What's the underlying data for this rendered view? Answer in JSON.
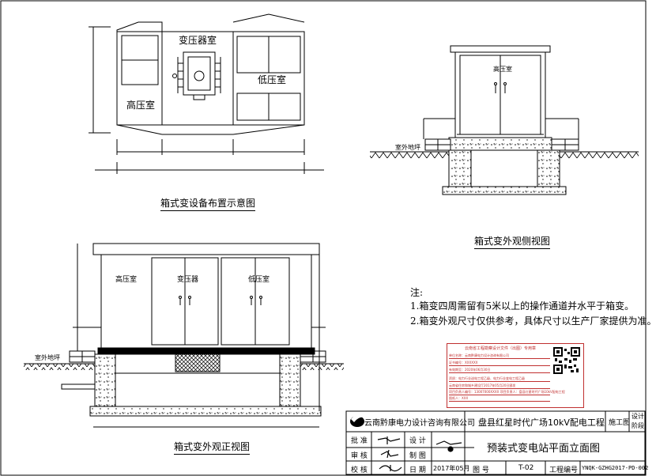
{
  "diagram": {
    "layout": {
      "title": "箱式变设备布置示意图",
      "rooms": {
        "high": "高压室",
        "transformer": "变压器室",
        "low": "低压室"
      }
    },
    "side_view": {
      "title": "箱式变外观侧视图",
      "room": "高压室",
      "ground": "室外地坪"
    },
    "front_view": {
      "title": "箱式变外观正视图",
      "rooms": {
        "high": "高压室",
        "transformer": "变压器",
        "low": "低压室"
      },
      "ground": "室外地坪"
    },
    "notes": {
      "heading": "注:",
      "items": [
        "1.箱变四周需留有5米以上的操作通道并水平于箱变。",
        "2.箱变外观尺寸仅供参考，具体尺寸以生产厂家提供为准。"
      ]
    }
  },
  "stamp": {
    "title": "云南省工程勘察设计文件（出图）专用章",
    "lines": [
      "单位名称：云南黔康电力设计咨询有限公司",
      "证书编号：XXXXXX",
      "有效期至：2020年06月30日",
      "资质：电力行业送电工程乙级、电力行业变电工程乙级",
      "云南省住房和城乡建设厅2017年05月20日颁发",
      "项目负责人编号：13007000XXXX 项目负责人：盘县红星时代广场10kV配电工程",
      "图纸人：XXX"
    ]
  },
  "title_block": {
    "company": "云南黔康电力设计咨询有限公司",
    "project": "盘县红星时代广场10kV配电工程",
    "stage_label": "施工图",
    "design_stage": [
      "设计",
      "阶段"
    ],
    "drawing_title": "预装式变电站平面立面图",
    "rows": {
      "approve": "批 准",
      "review": "审 核",
      "check": "校 核",
      "design": "设 计",
      "draw": "制 图",
      "date_label": "日 期",
      "date_value": "2017年05月",
      "fig_label": "图 号",
      "fig_value": "T-02",
      "proj_label": "工程编号",
      "proj_value": "YNQK-GZHG2017-PD-002"
    }
  }
}
